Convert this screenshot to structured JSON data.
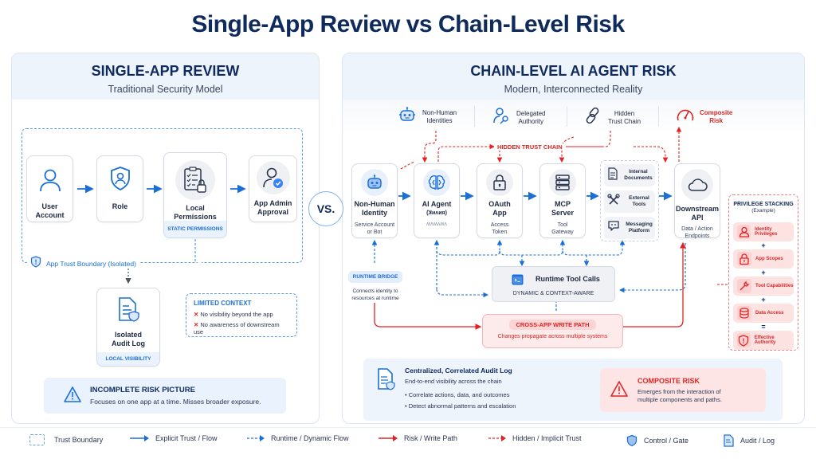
{
  "title": "Single-App Review vs Chain-Level Risk",
  "vs_label": "VS.",
  "left": {
    "title": "SINGLE-APP REVIEW",
    "subtitle": "Traditional Security Model",
    "flow": [
      {
        "label1": "User",
        "label2": "Account",
        "icon": "user-icon"
      },
      {
        "label1": "Role",
        "label2": "",
        "icon": "shield-user-icon"
      },
      {
        "label1": "Local",
        "label2": "Permissions",
        "icon": "clipboard-lock-icon",
        "badge": "STATIC PERMISSIONS"
      },
      {
        "label1": "App Admin",
        "label2": "Approval",
        "icon": "user-check-icon"
      }
    ],
    "boundary_label": "App Trust Boundary (Isolated)",
    "audit": {
      "label1": "Isolated",
      "label2": "Audit Log",
      "badge": "LOCAL VISIBILITY"
    },
    "limited_context": {
      "title": "LIMITED CONTEXT",
      "items": [
        "No visibility beyond the app",
        "No awareness of downstream use"
      ]
    },
    "risk": {
      "title": "INCOMPLETE RISK PICTURE",
      "text": "Focuses on one app at a time. Misses broader exposure."
    }
  },
  "right": {
    "title": "CHAIN-LEVEL AI AGENT RISK",
    "subtitle": "Modern, Interconnected Reality",
    "themes": [
      {
        "l1": "Non-Human",
        "l2": "Identities",
        "icon": "robot-icon"
      },
      {
        "l1": "Delegated",
        "l2": "Authority",
        "icon": "user-key-icon"
      },
      {
        "l1": "Hidden",
        "l2": "Trust Chain",
        "icon": "link-icon"
      },
      {
        "l1": "Composite",
        "l2": "Risk",
        "icon": "gauge-icon"
      }
    ],
    "hidden_chain_label": "HIDDEN TRUST CHAIN",
    "nodes": [
      {
        "l1": "Non-Human",
        "l2": "Identity",
        "s1": "Service Account",
        "s2": "or Bot"
      },
      {
        "l1": "AI Agent",
        "l2": "(ꓘᴎᴧᴎᴙ)",
        "s1": "ʍʌʍʌʍʌ",
        "s2": ""
      },
      {
        "l1": "OAuth",
        "l2": "App",
        "s1": "Access",
        "s2": "Token"
      },
      {
        "l1": "MCP",
        "l2": "Server",
        "s1": "Tool",
        "s2": "Gateway"
      },
      {
        "l1": "Downstream",
        "l2": "API",
        "s1": "Data / Action",
        "s2": "Endpoints"
      }
    ],
    "resources": [
      {
        "l1": "Internal",
        "l2": "Documents"
      },
      {
        "l1": "External",
        "l2": "Tools"
      },
      {
        "l1": "Messaging",
        "l2": "Platform"
      }
    ],
    "runtime_bridge": {
      "title": "RUNTIME BRIDGE",
      "text1": "Connects identity to",
      "text2": "resources at runtime"
    },
    "runtime_calls": {
      "title": "Runtime Tool Calls",
      "sub": "DYNAMIC & CONTEXT-AWARE"
    },
    "cross_app": {
      "title": "CROSS-APP WRITE PATH",
      "text": "Changes propagate across multiple systems"
    },
    "privilege": {
      "title": "PRIVILEGE STACKING",
      "sub": "(Example)",
      "items": [
        "Identity Privileges",
        "App Scopes",
        "Tool Capabilities",
        "Data Access",
        "Effective Authority"
      ],
      "ops": [
        "+",
        "+",
        "+",
        "="
      ]
    },
    "audit": {
      "title": "Centralized, Correlated Audit Log",
      "sub": "End-to-end visibility across the chain",
      "bullets": [
        "Correlate actions, data, and outcomes",
        "Detect abnormal patterns and escalation"
      ]
    },
    "composite": {
      "title": "COMPOSITE RISK",
      "text1": "Emerges from the interaction of",
      "text2": "multiple components and paths."
    }
  },
  "legend": [
    {
      "label": "Trust Boundary",
      "kind": "boundary"
    },
    {
      "label": "Explicit Trust / Flow",
      "kind": "solid-blue"
    },
    {
      "label": "Runtime / Dynamic Flow",
      "kind": "dash-blue"
    },
    {
      "label": "Risk / Write Path",
      "kind": "solid-red"
    },
    {
      "label": "Hidden / Implicit Trust",
      "kind": "dash-red"
    },
    {
      "label": "Control / Gate",
      "kind": "shield"
    },
    {
      "label": "Audit / Log",
      "kind": "doc"
    }
  ],
  "colors": {
    "navy": "#0f2a5c",
    "blue": "#1a6fd6",
    "red": "#e02424",
    "light_blue": "#eef4fc",
    "light_red": "#fde8e8"
  }
}
